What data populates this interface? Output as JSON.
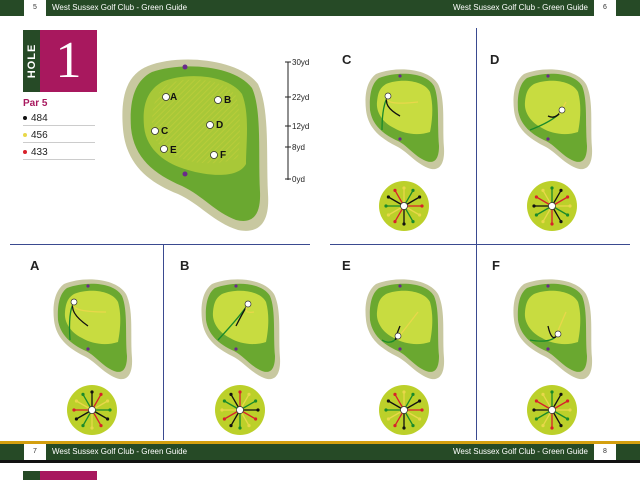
{
  "header": {
    "left_page_number": "5",
    "left_title": "West Sussex Golf Club - Green Guide",
    "right_title": "West Sussex Golf Club - Green Guide",
    "right_page_number": "6"
  },
  "footer": {
    "left_page_number": "7",
    "left_title": "West Sussex Golf Club - Green Guide",
    "right_title": "West Sussex Golf Club - Green Guide",
    "right_page_number": "8"
  },
  "hole": {
    "label": "HOLE",
    "number": "1",
    "par": "Par 5",
    "tees": [
      {
        "color": "#111111",
        "yards": "484"
      },
      {
        "color": "#e8d84a",
        "yards": "456"
      },
      {
        "color": "#d8202a",
        "yards": "433"
      }
    ]
  },
  "yardage_scale": [
    "30yd",
    "22yd",
    "12yd",
    "8yd",
    "0yd"
  ],
  "pin_positions": [
    "A",
    "B",
    "C",
    "D",
    "E",
    "F"
  ],
  "panels": [
    "C",
    "D",
    "A",
    "B",
    "E",
    "F"
  ],
  "colors": {
    "fringe": "#7a8a30",
    "green": "#6aa830",
    "green_light": "#c8dc40",
    "bar": "#264a26",
    "accent": "#a8185e",
    "putt_yellow": "#e8d84a",
    "putt_red": "#d8202a",
    "putt_green": "#1a8a2a",
    "putt_black": "#111111",
    "hole_marker": "#6a2a8a"
  }
}
